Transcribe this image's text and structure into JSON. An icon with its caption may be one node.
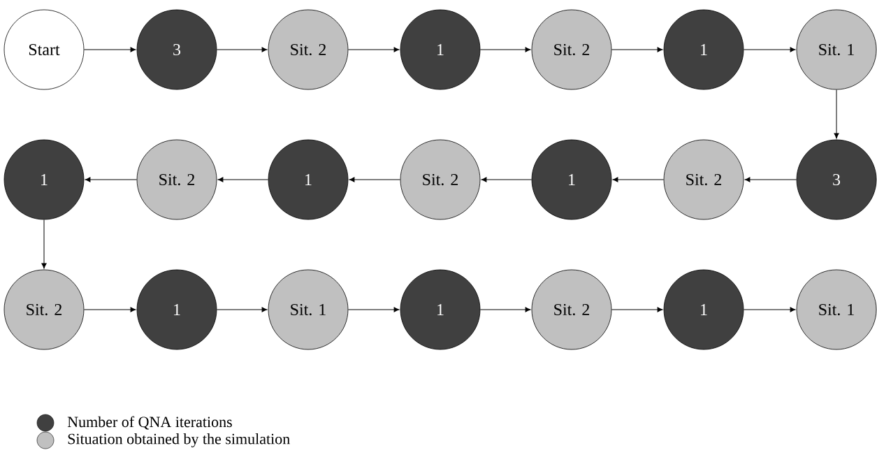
{
  "diagram": {
    "nodes": [
      {
        "text": [
          "Start"
        ]
      },
      {
        "text": [
          "3"
        ]
      },
      {
        "text": [
          "Sit. 2"
        ]
      },
      {
        "text": [
          "1"
        ]
      },
      {
        "text": [
          "Sit. 2"
        ]
      },
      {
        "text": [
          "1"
        ]
      },
      {
        "text": [
          "Sit. 1"
        ]
      },
      {
        "text": [
          "3"
        ]
      },
      {
        "text": [
          "Sit. 2"
        ]
      },
      {
        "text": [
          "1"
        ]
      },
      {
        "text": [
          "Sit. 2"
        ]
      },
      {
        "text": [
          "1"
        ]
      },
      {
        "text": [
          "Sit. 2"
        ]
      },
      {
        "text": [
          "1"
        ]
      },
      {
        "text": [
          "Sit. 2"
        ]
      },
      {
        "text": [
          "1"
        ]
      },
      {
        "text": [
          "Sit. 1"
        ]
      },
      {
        "text": [
          "1"
        ]
      },
      {
        "text": [
          "Sit. 2"
        ]
      },
      {
        "text": [
          "1"
        ]
      },
      {
        "text": [
          "Sit. 1"
        ]
      }
    ],
    "edges": [
      {
        "from": 0,
        "to": 1,
        "arrow": "to"
      },
      {
        "from": 1,
        "to": 2,
        "arrow": "to"
      },
      {
        "from": 2,
        "to": 3,
        "arrow": "to"
      },
      {
        "from": 3,
        "to": 4,
        "arrow": "to"
      },
      {
        "from": 4,
        "to": 5,
        "arrow": "to"
      },
      {
        "from": 5,
        "to": 6,
        "arrow": "to"
      },
      {
        "from": 6,
        "to": 7,
        "arrow": "to"
      },
      {
        "from": 7,
        "to": 8,
        "arrow": "to"
      },
      {
        "from": 8,
        "to": 9,
        "arrow": "to"
      },
      {
        "from": 9,
        "to": 10,
        "arrow": "to"
      },
      {
        "from": 10,
        "to": 11,
        "arrow": "to"
      },
      {
        "from": 11,
        "to": 12,
        "arrow": "to"
      },
      {
        "from": 12,
        "to": 13,
        "arrow": "to"
      },
      {
        "from": 13,
        "to": 14,
        "arrow": "to"
      },
      {
        "from": 14,
        "to": 15,
        "arrow": "to"
      },
      {
        "from": 15,
        "to": 16,
        "arrow": "to"
      },
      {
        "from": 16,
        "to": 17,
        "arrow": "to"
      },
      {
        "from": 17,
        "to": 18,
        "arrow": "to"
      },
      {
        "from": 18,
        "to": 19,
        "arrow": "to"
      },
      {
        "from": 19,
        "to": 20,
        "arrow": "to"
      }
    ],
    "legend": [
      {
        "text": "Number of QNA iterations",
        "color": "#404040"
      },
      {
        "text": "Situation obtained by the simulation",
        "color": "#c0c0c0"
      }
    ]
  }
}
